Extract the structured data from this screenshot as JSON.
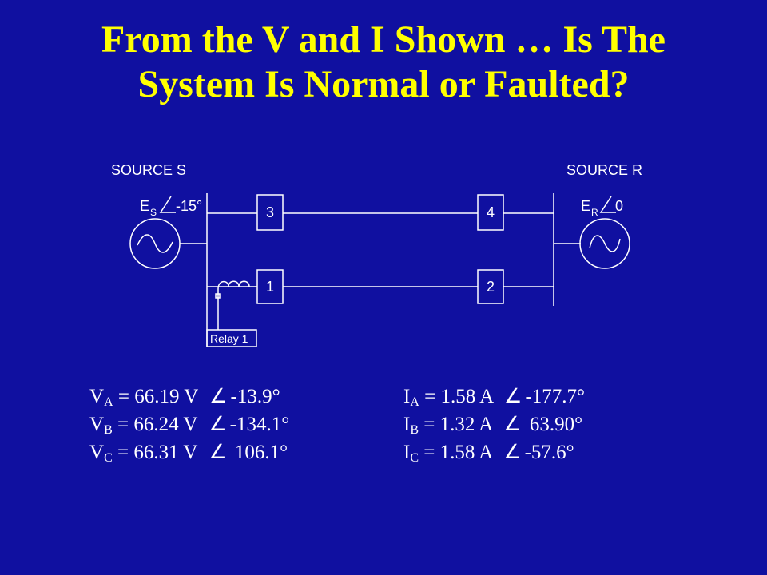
{
  "title": {
    "line1": "From the V and I Shown … Is The",
    "line2": "System Is Normal or Faulted?"
  },
  "colors": {
    "background": "#1010a0",
    "title": "#ffff00",
    "diagram": "#ffffff"
  },
  "diagram": {
    "source_s": {
      "label": "SOURCE S",
      "emf_letter": "E",
      "emf_sub": "S",
      "angle": "-15°",
      "icon": "ac-source-icon"
    },
    "source_r": {
      "label": "SOURCE R",
      "emf_letter": "E",
      "emf_sub": "R",
      "angle": "0",
      "icon": "ac-source-icon"
    },
    "breakers": [
      "3",
      "4",
      "1",
      "2"
    ],
    "relay_label": "Relay 1",
    "ct_icon": "current-transformer-icon",
    "angle_icon": "angle-symbol-icon"
  },
  "phasors": {
    "voltages": [
      {
        "sym": "V",
        "sub": "A",
        "mag": "= 66.19 V",
        "angle": "-13.9°"
      },
      {
        "sym": "V",
        "sub": "B",
        "mag": "= 66.24 V",
        "angle": "-134.1°"
      },
      {
        "sym": "V",
        "sub": "C",
        "mag": "= 66.31 V",
        "angle": " 106.1°"
      }
    ],
    "currents": [
      {
        "sym": "I",
        "sub": "A",
        "mag": "= 1.58 A",
        "angle": "-177.7°"
      },
      {
        "sym": "I",
        "sub": "B",
        "mag": "= 1.32 A",
        "angle": " 63.90°"
      },
      {
        "sym": "I",
        "sub": "C",
        "mag": "= 1.58 A",
        "angle": "-57.6°"
      }
    ]
  }
}
